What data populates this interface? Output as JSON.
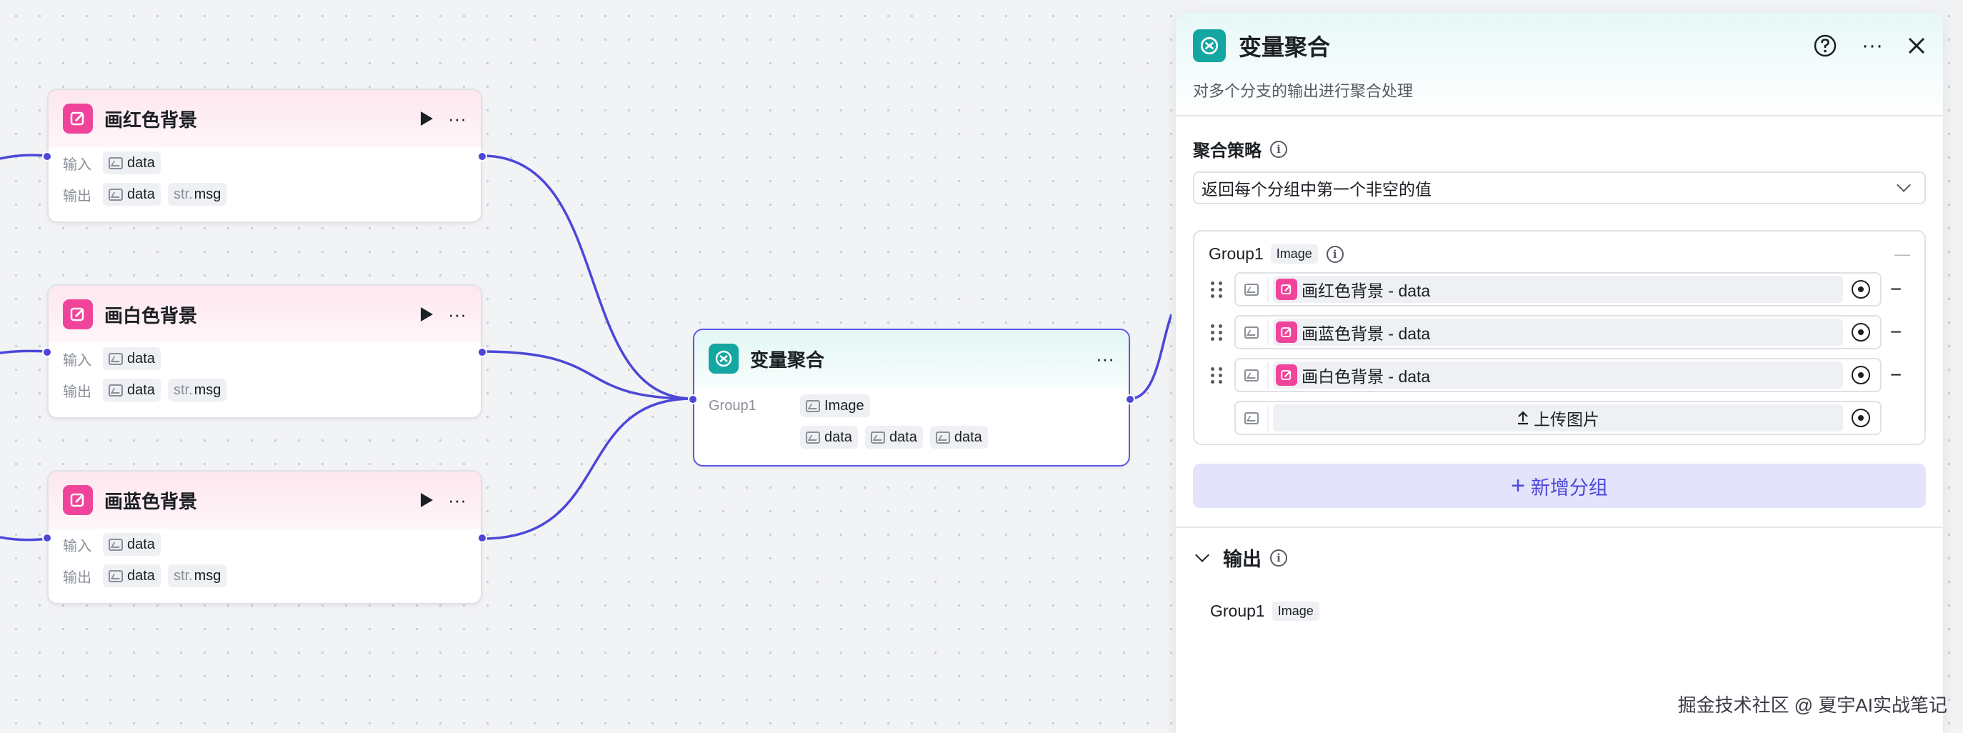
{
  "nodes": [
    {
      "title": "画红色背景",
      "input_label": "输入",
      "output_label": "输出",
      "in_data": "data",
      "out_data": "data",
      "out_str": "str.",
      "out_msg": "msg"
    },
    {
      "title": "画白色背景",
      "input_label": "输入",
      "output_label": "输出",
      "in_data": "data",
      "out_data": "data",
      "out_str": "str.",
      "out_msg": "msg"
    },
    {
      "title": "画蓝色背景",
      "input_label": "输入",
      "output_label": "输出",
      "in_data": "data",
      "out_data": "data",
      "out_str": "str.",
      "out_msg": "msg"
    }
  ],
  "agg_node": {
    "title": "变量聚合",
    "group_label": "Group1",
    "type_tag": "Image",
    "items": [
      "data",
      "data",
      "data"
    ]
  },
  "panel": {
    "title": "变量聚合",
    "description": "对多个分支的输出进行聚合处理",
    "strategy_label": "聚合策略",
    "strategy_value": "返回每个分组中第一个非空的值",
    "group": {
      "name": "Group1",
      "type_tag": "Image",
      "rows": [
        "画红色背景 - data",
        "画蓝色背景 - data",
        "画白色背景 - data"
      ],
      "upload_label": "上传图片"
    },
    "add_group_label": "新增分组",
    "output_label": "输出",
    "output_item": {
      "name": "Group1",
      "type_tag": "Image"
    }
  },
  "icons": [
    "edit-icon",
    "play-icon",
    "more-icon",
    "image-icon",
    "aggregate-icon",
    "help-icon",
    "close-icon",
    "info-icon",
    "drag-handle-icon",
    "target-icon",
    "minus-icon",
    "upload-icon",
    "plus-icon",
    "chevron-down-icon"
  ],
  "colors": {
    "accent": "#4c47d8",
    "node_icon": "#f0449a",
    "agg_icon": "#14a6a0"
  },
  "watermark": "掘金技术社区 @ 夏宇AI实战笔记"
}
